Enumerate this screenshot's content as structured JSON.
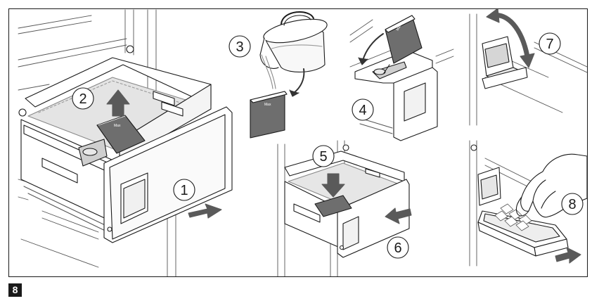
{
  "figure_label": "8",
  "steps": [
    "1",
    "2",
    "3",
    "4",
    "5",
    "6",
    "7",
    "8"
  ],
  "colors": {
    "line": "#1a1a1a",
    "gray_fill": "#6e6e6e",
    "light_fill": "#e4e4e4",
    "mid_fill": "#cfcfcf",
    "arrow": "#5a5a5a"
  }
}
